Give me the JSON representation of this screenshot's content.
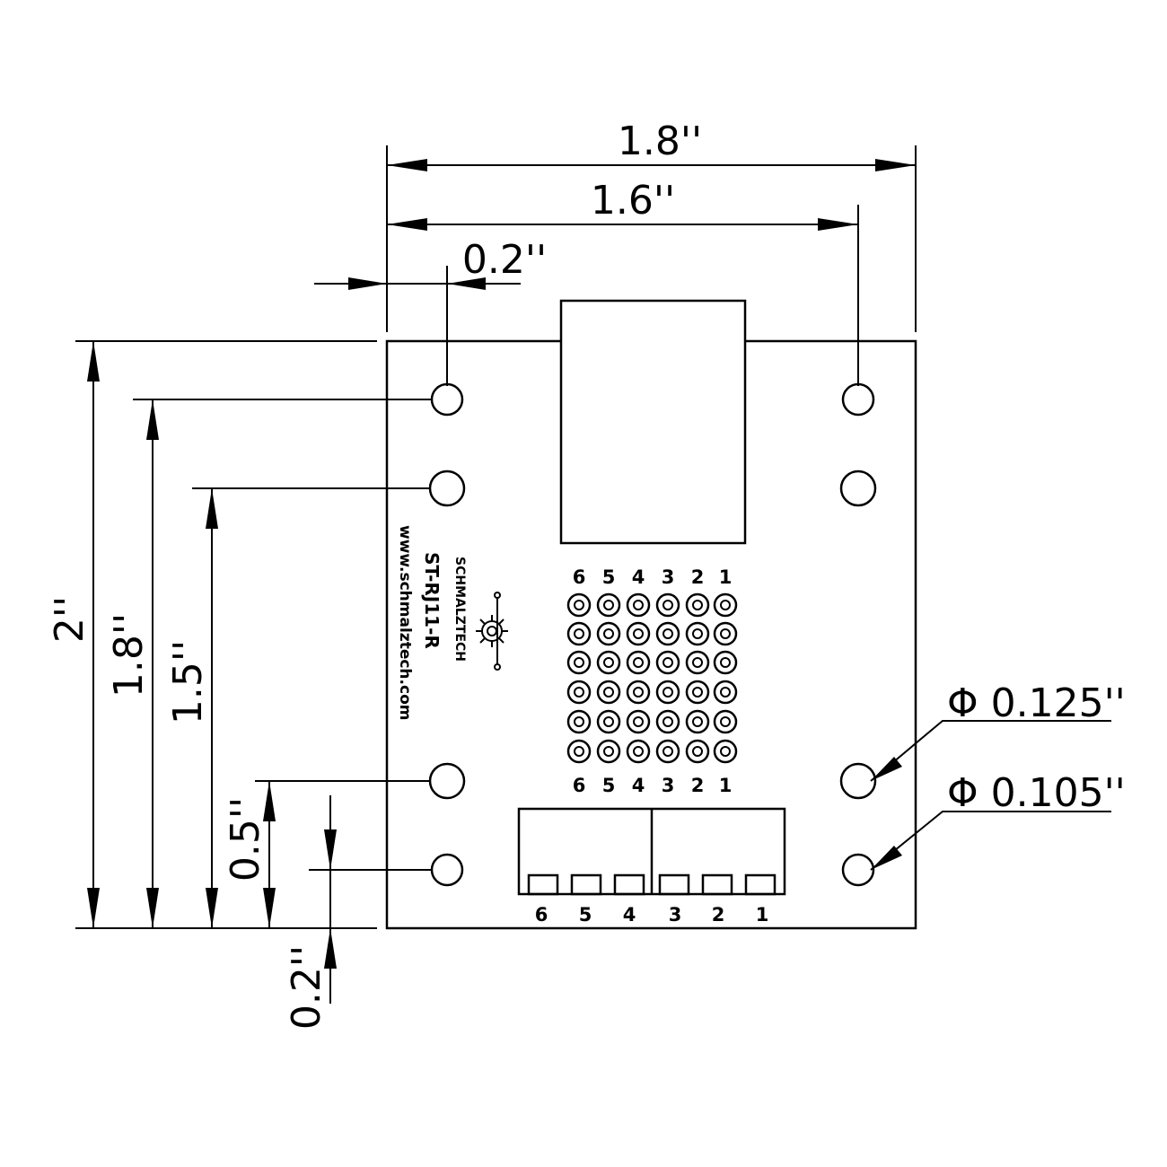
{
  "dimensions": {
    "overall_width": "1.8''",
    "hole_span_width": "1.6''",
    "hole_offset_x": "0.2''",
    "overall_height": "2''",
    "upper_hole_height": "1.8''",
    "second_hole_height": "1.5''",
    "lower_hole_height": "0.5''",
    "bottom_hole_offset": "0.2''",
    "large_hole_diameter": "Φ 0.125''",
    "small_hole_diameter": "Φ 0.105''"
  },
  "board": {
    "part_number": "ST-RJ11-R",
    "brand": "SCHMALZTECH",
    "website": "www.schmalztech.com",
    "pin_labels_top": [
      "6",
      "5",
      "4",
      "3",
      "2",
      "1"
    ],
    "pin_labels_middle": [
      "6",
      "5",
      "4",
      "3",
      "2",
      "1"
    ],
    "terminal_labels": [
      "6",
      "5",
      "4",
      "3",
      "2",
      "1"
    ]
  }
}
